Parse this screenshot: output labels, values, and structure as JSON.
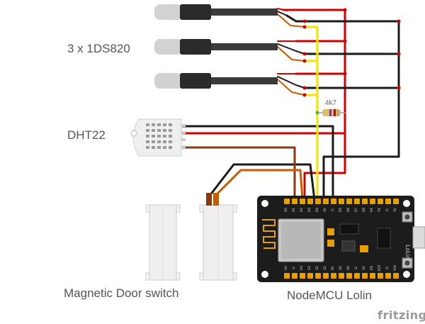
{
  "labels": {
    "temp_sensors": "3 x 1DS820",
    "humidity_sensor": "DHT22",
    "resistor": "4k7",
    "door_switch": "Magnetic Door switch",
    "board": "NodeMCU Lolin",
    "board_silk": "LoLin",
    "brand": "fritzing"
  },
  "pins_top": [
    "D0",
    "D1",
    "D2",
    "D3",
    "D4",
    "3V",
    "G",
    "D5",
    "D6",
    "D7",
    "D8",
    "RX",
    "TX",
    "G",
    "3V"
  ],
  "pins_bottom": [
    "A0",
    "G",
    "VU",
    "S3",
    "S2",
    "S1",
    "SC",
    "S0",
    "SK",
    "G",
    "3V",
    "EN",
    "RST",
    "G",
    "VIN"
  ],
  "colors": {
    "wire_red": "#d40000",
    "wire_black": "#1a1a1a",
    "wire_yellow": "#f2e600",
    "wire_orange": "#c85a00",
    "wire_brown": "#8a3a10",
    "board": "#1c1c1c",
    "header_pin": "#e8a000"
  }
}
